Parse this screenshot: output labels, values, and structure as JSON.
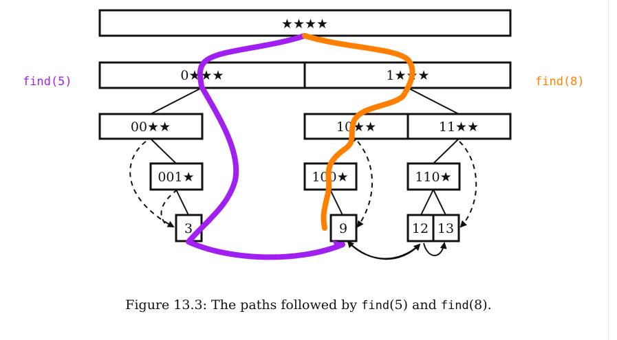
{
  "colors": {
    "find5": "#a020f0",
    "find8": "#ff8000"
  },
  "labels": {
    "left": "find(5)",
    "right": "find(8)"
  },
  "nodes": {
    "root": "★★★★",
    "n0": "0★★★",
    "n1": "1★★★",
    "n00": "00★★",
    "n10": "10★★",
    "n11": "11★★",
    "n001": "001★",
    "n100": "100★",
    "n110": "110★",
    "leaf3": "3",
    "leaf9": "9",
    "leaf12": "12",
    "leaf13": "13"
  },
  "caption": {
    "prefix": "Figure 13.3: The paths followed by ",
    "code1": "find",
    "arg1": "(5)",
    "mid": " and ",
    "code2": "find",
    "arg2": "(8)",
    "suffix": "."
  }
}
